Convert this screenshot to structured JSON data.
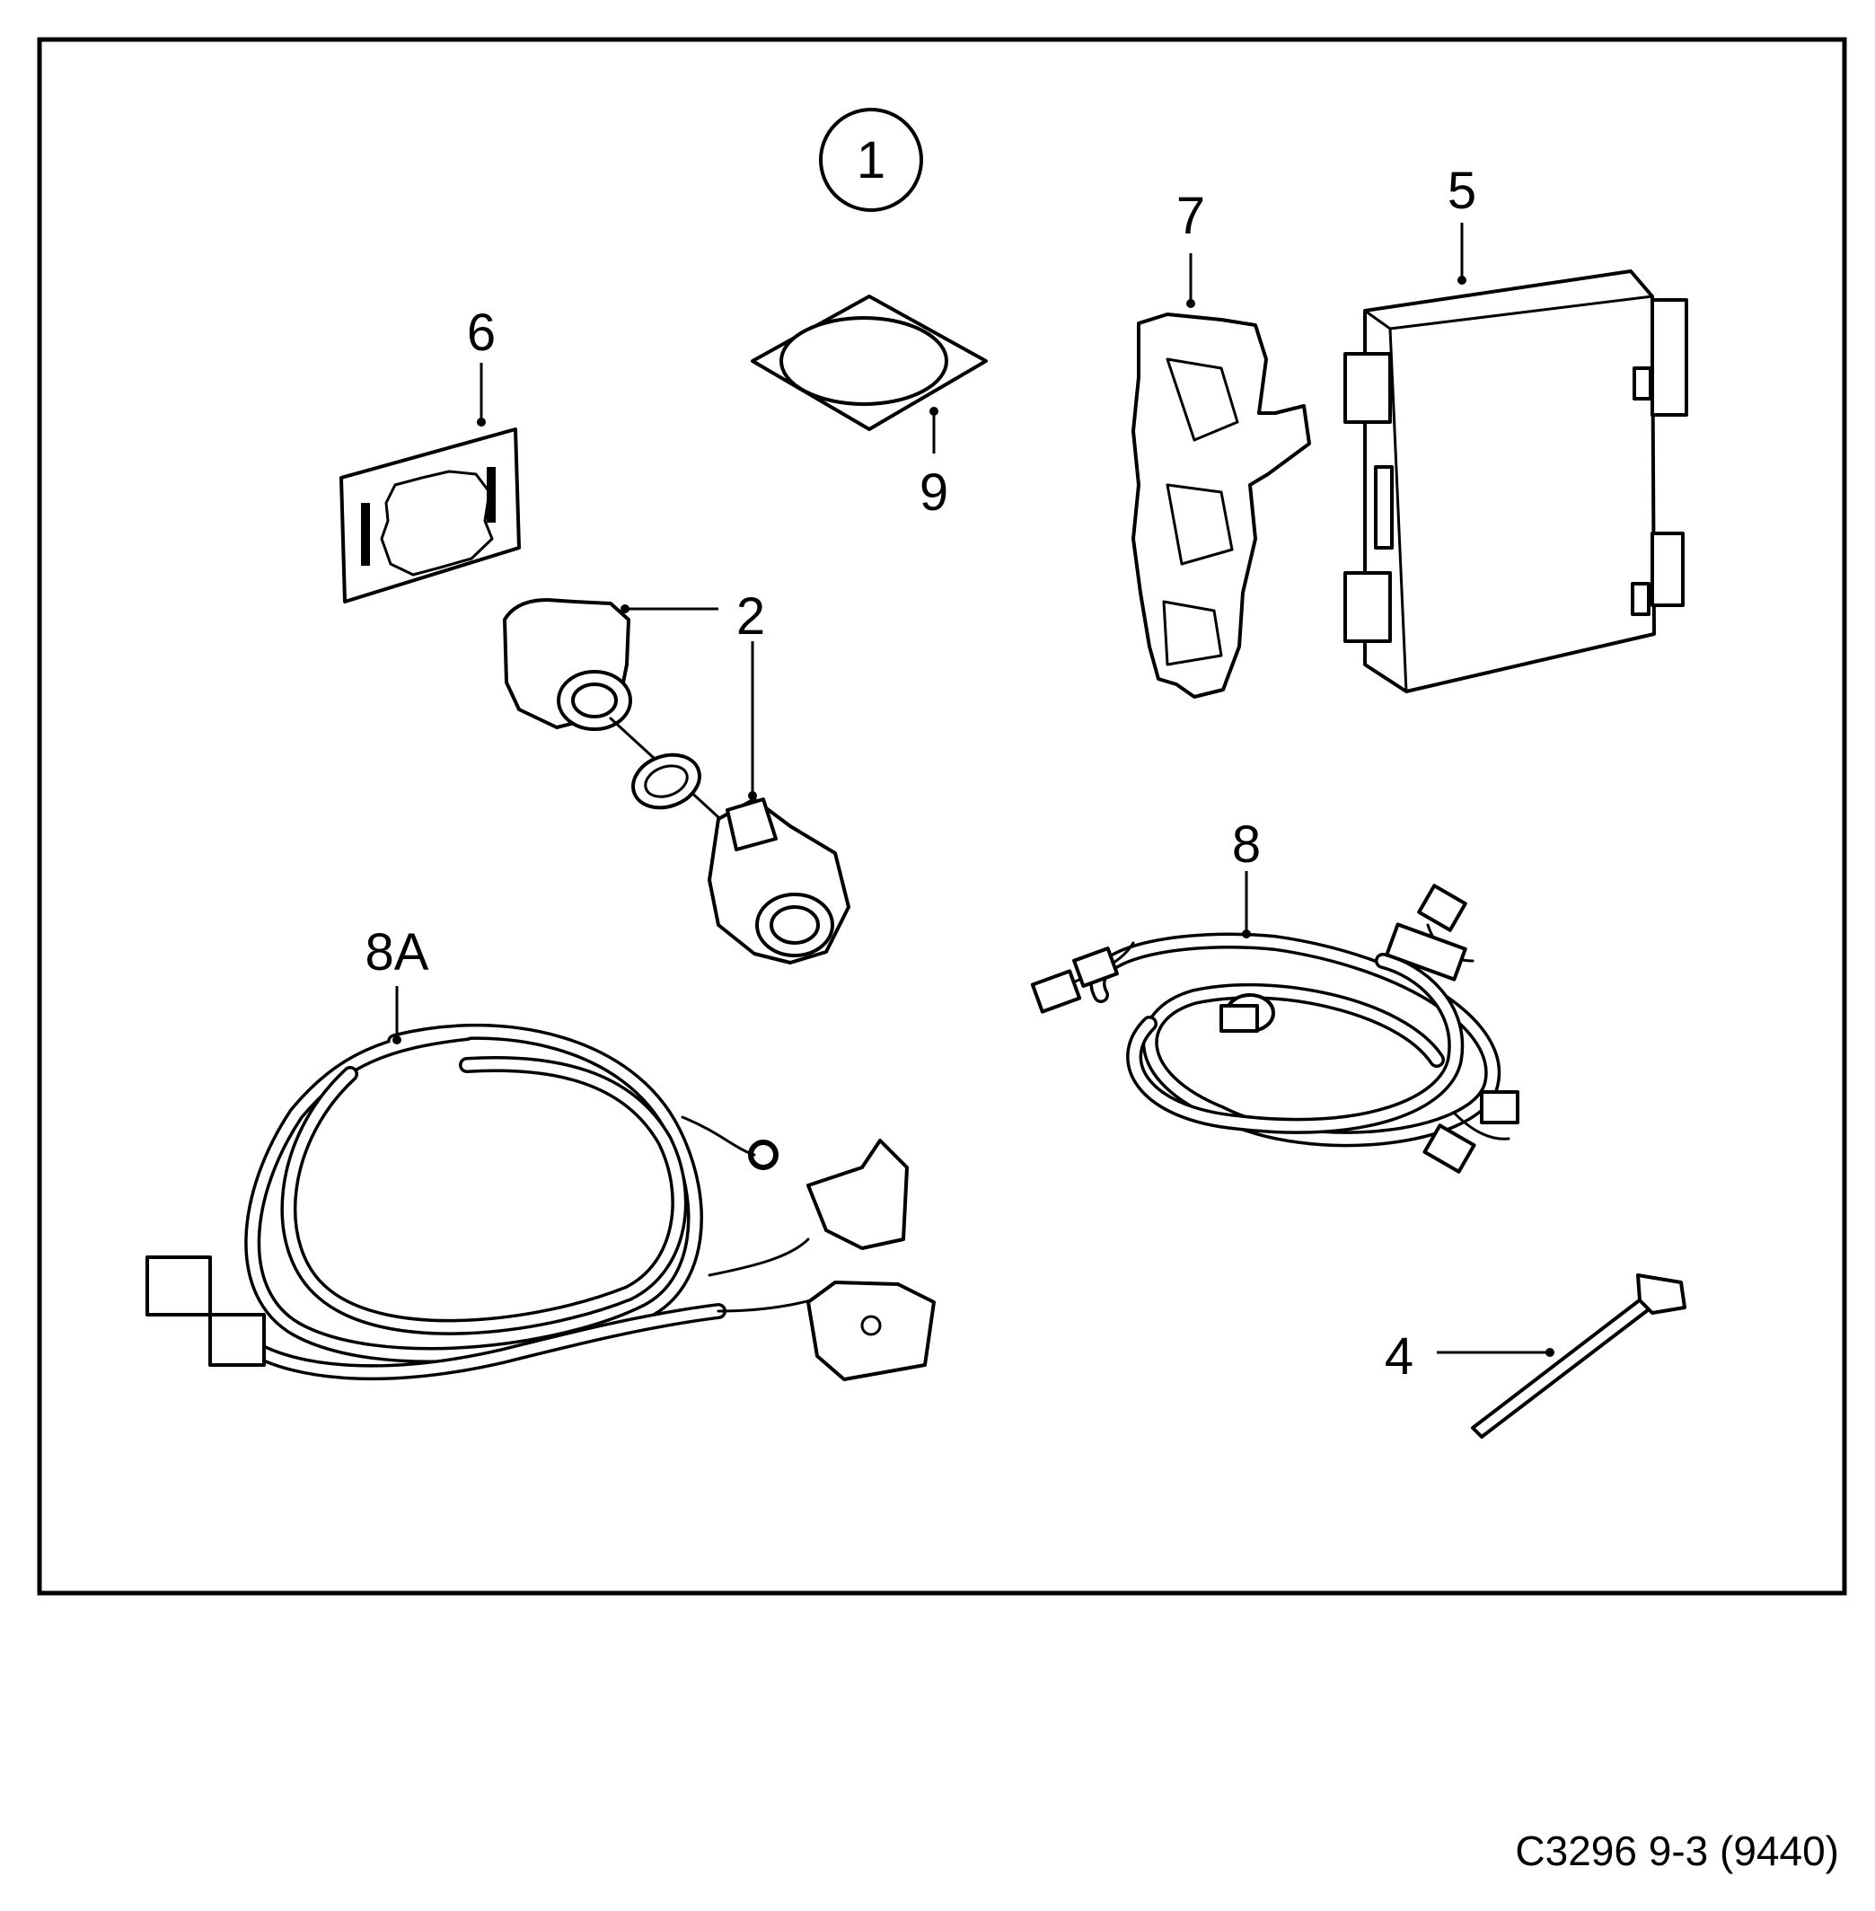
{
  "callouts": {
    "assembly": "1",
    "sensor": "2",
    "cable_tie": "4",
    "control_module": "5",
    "gasket": "6",
    "bracket": "7",
    "harness": "8",
    "harness_8a": "8A",
    "pad": "9"
  },
  "caption": "C3296 9-3 (9440)"
}
